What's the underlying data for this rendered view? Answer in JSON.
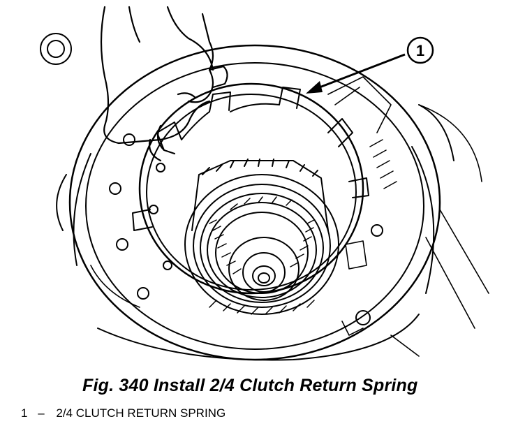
{
  "figure": {
    "callout_number": "1"
  },
  "caption": "Fig. 340 Install 2/4 Clutch Return Spring",
  "legend": [
    {
      "number": "1",
      "dash": "–",
      "label": "2/4 CLUTCH RETURN SPRING"
    }
  ]
}
